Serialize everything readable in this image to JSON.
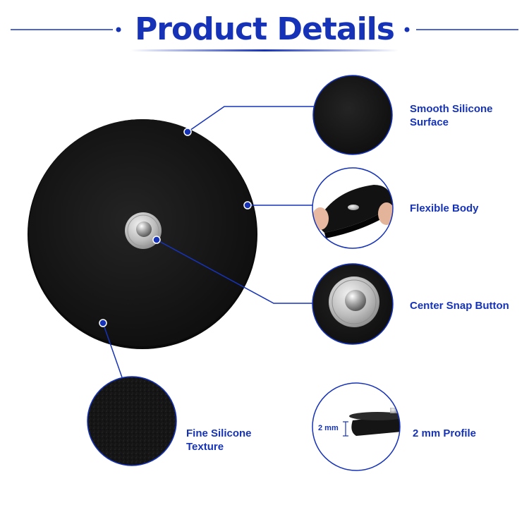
{
  "header": {
    "title": "Product Details"
  },
  "features": {
    "smooth_surface": "Smooth Silicone\nSurface",
    "flexible_body": "Flexible Body",
    "snap_button": "Center Snap Button",
    "fine_texture": "Fine Silicone\nTexture",
    "profile": "2 mm Profile",
    "profile_dimension": "2 mm"
  },
  "colors": {
    "accent": "#1633b8",
    "pad": "#141414",
    "metal": "#c9c9c9",
    "text": "#1633b8"
  }
}
